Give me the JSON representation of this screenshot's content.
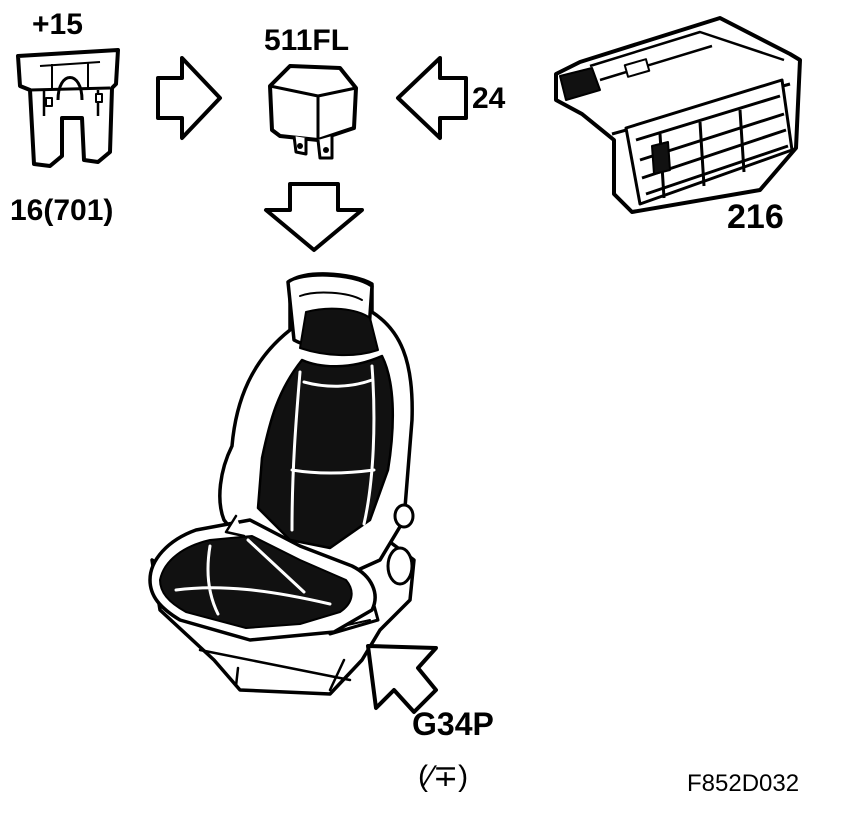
{
  "labels": {
    "fuse_supply": "+15",
    "fuse_number": "16(701)",
    "relay_code": "511FL",
    "wire_number": "24",
    "module_number": "216",
    "ground_point": "G34P",
    "ground_symbol": "(∕∓)",
    "figure_id": "F852D032"
  },
  "components": {
    "fuse": "fuse-icon",
    "relay": "relay-icon",
    "module": "control-module-icon",
    "seat": "heated-seat-icon"
  },
  "colors": {
    "line": "#000000",
    "fill_dark": "#111111",
    "background": "#ffffff"
  }
}
